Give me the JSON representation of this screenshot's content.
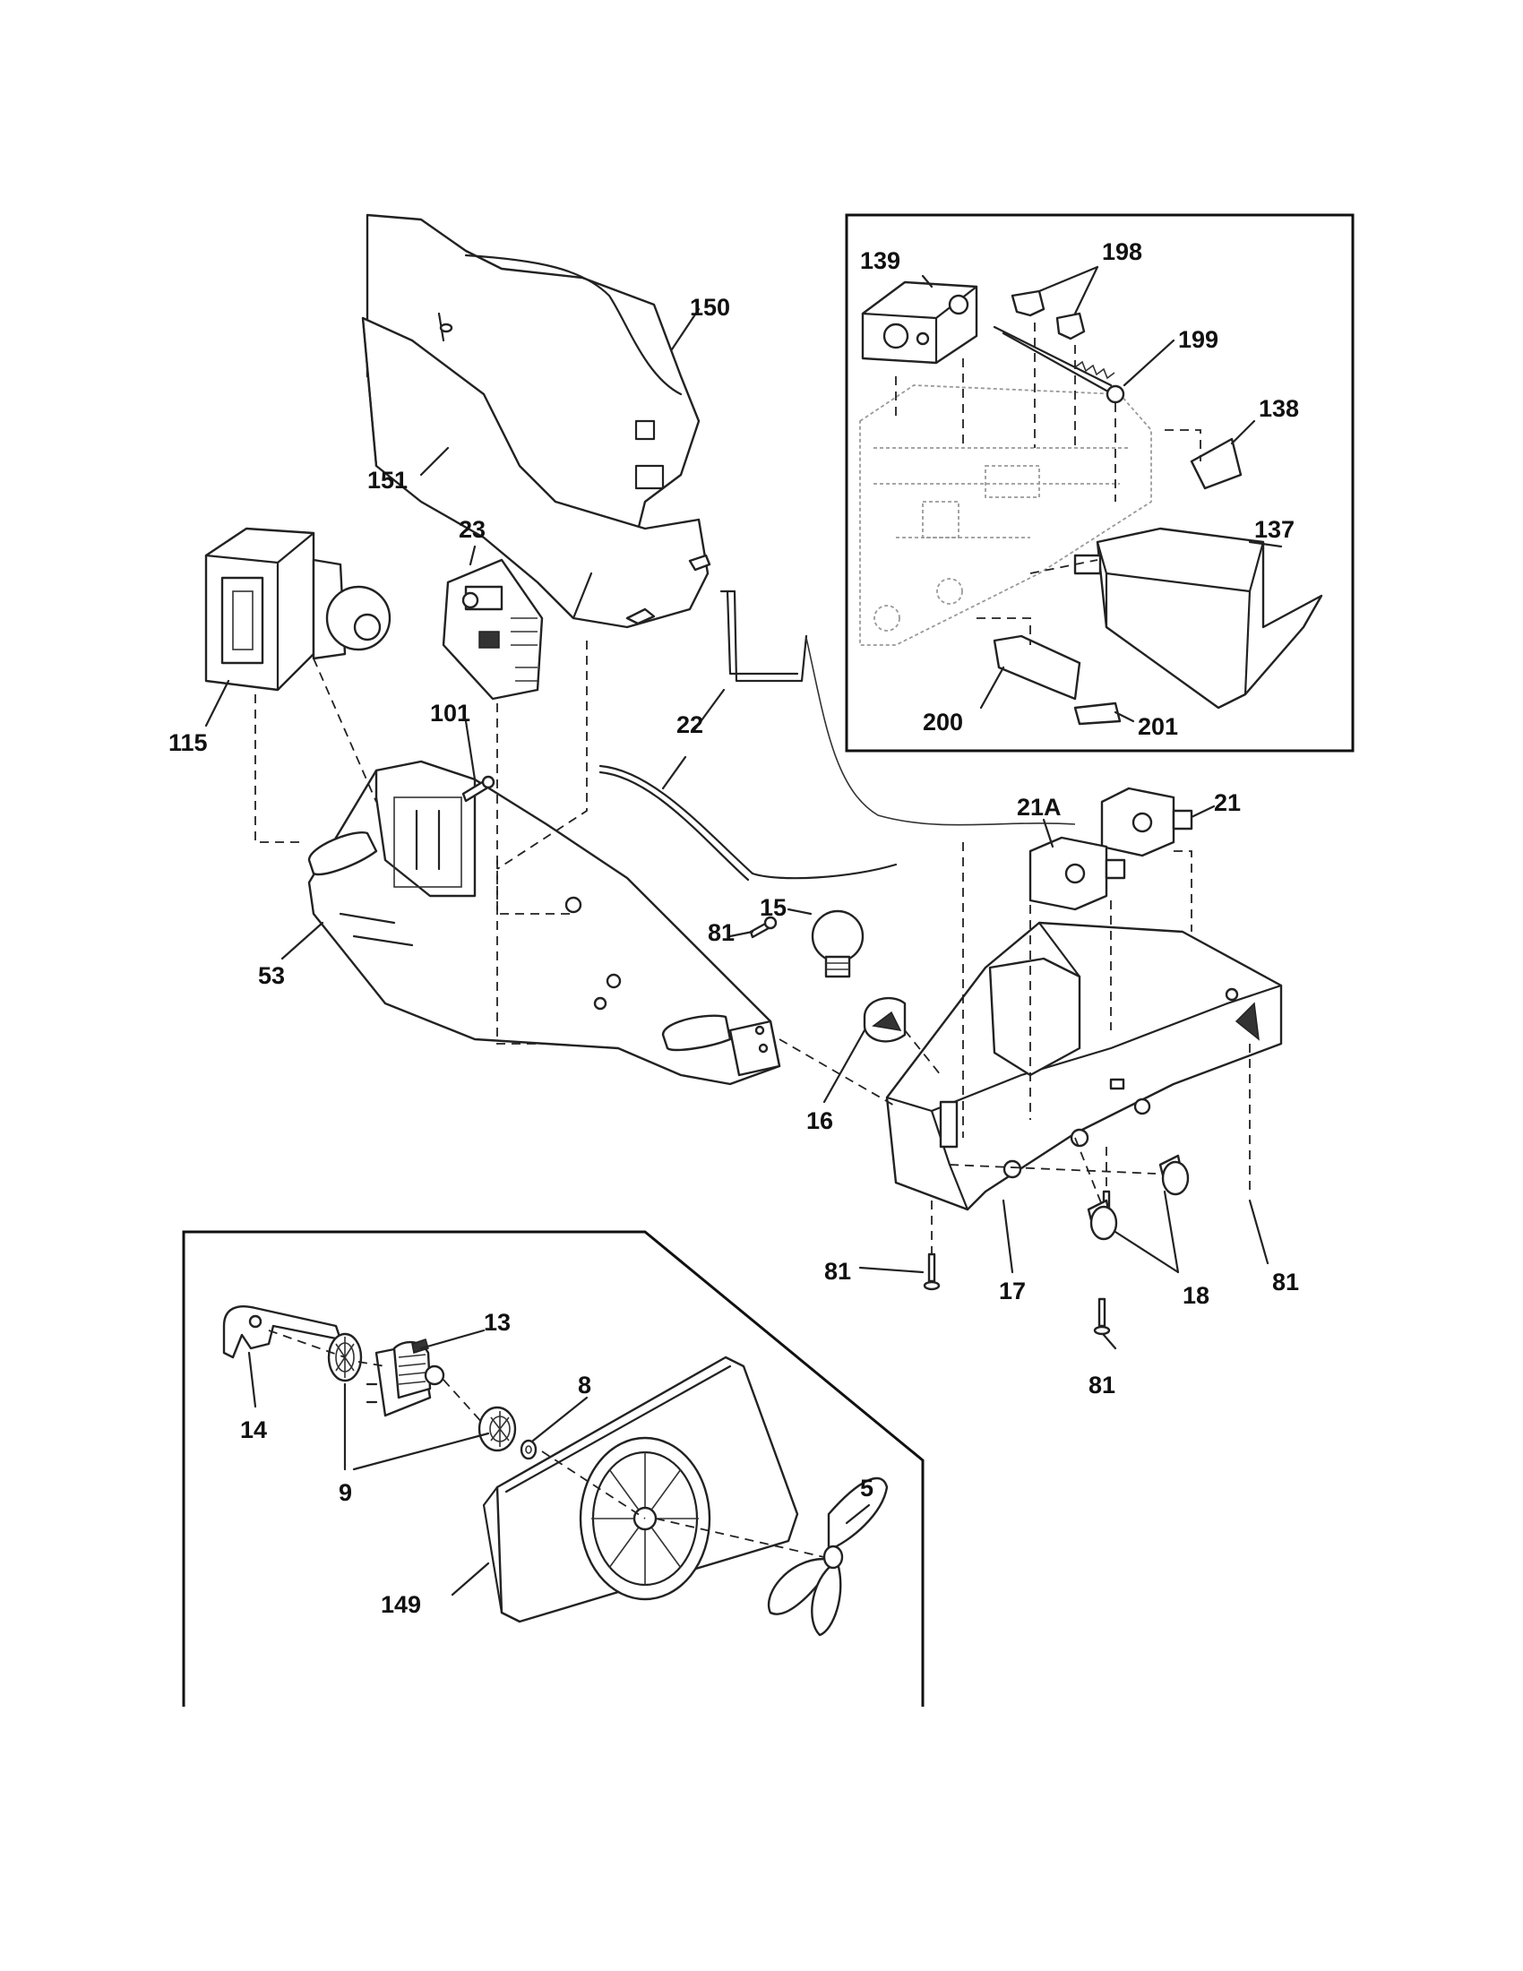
{
  "labels": {
    "p5": "5",
    "p8": "8",
    "p9": "9",
    "p13": "13",
    "p14": "14",
    "p15": "15",
    "p16": "16",
    "p17": "17",
    "p18": "18",
    "p21": "21",
    "p21a": "21A",
    "p22": "22",
    "p23": "23",
    "p53": "53",
    "p81": "81",
    "p101": "101",
    "p115": "115",
    "p137": "137",
    "p138": "138",
    "p139": "139",
    "p149": "149",
    "p150": "150",
    "p151": "151",
    "p198": "198",
    "p199": "199",
    "p200": "200",
    "p201": "201"
  }
}
